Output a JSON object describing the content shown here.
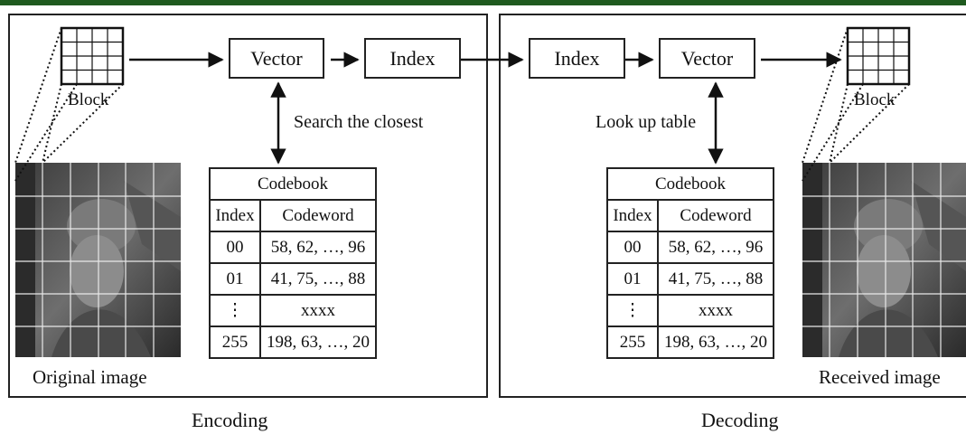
{
  "encoding": {
    "block_label": "Block",
    "vector_label": "Vector",
    "index_label": "Index",
    "search_label": "Search the closest",
    "image_caption": "Original image",
    "panel_caption": "Encoding"
  },
  "decoding": {
    "index_label": "Index",
    "vector_label": "Vector",
    "lookup_label": "Look up table",
    "block_label": "Block",
    "image_caption": "Received image",
    "panel_caption": "Decoding"
  },
  "codebook": {
    "title": "Codebook",
    "headers": [
      "Index",
      "Codeword"
    ],
    "rows": [
      [
        "00",
        "58, 62, …, 96"
      ],
      [
        "01",
        "41, 75, …, 88"
      ],
      [
        "⋮",
        "xxxx"
      ],
      [
        "255",
        "198, 63, …, 20"
      ]
    ]
  }
}
